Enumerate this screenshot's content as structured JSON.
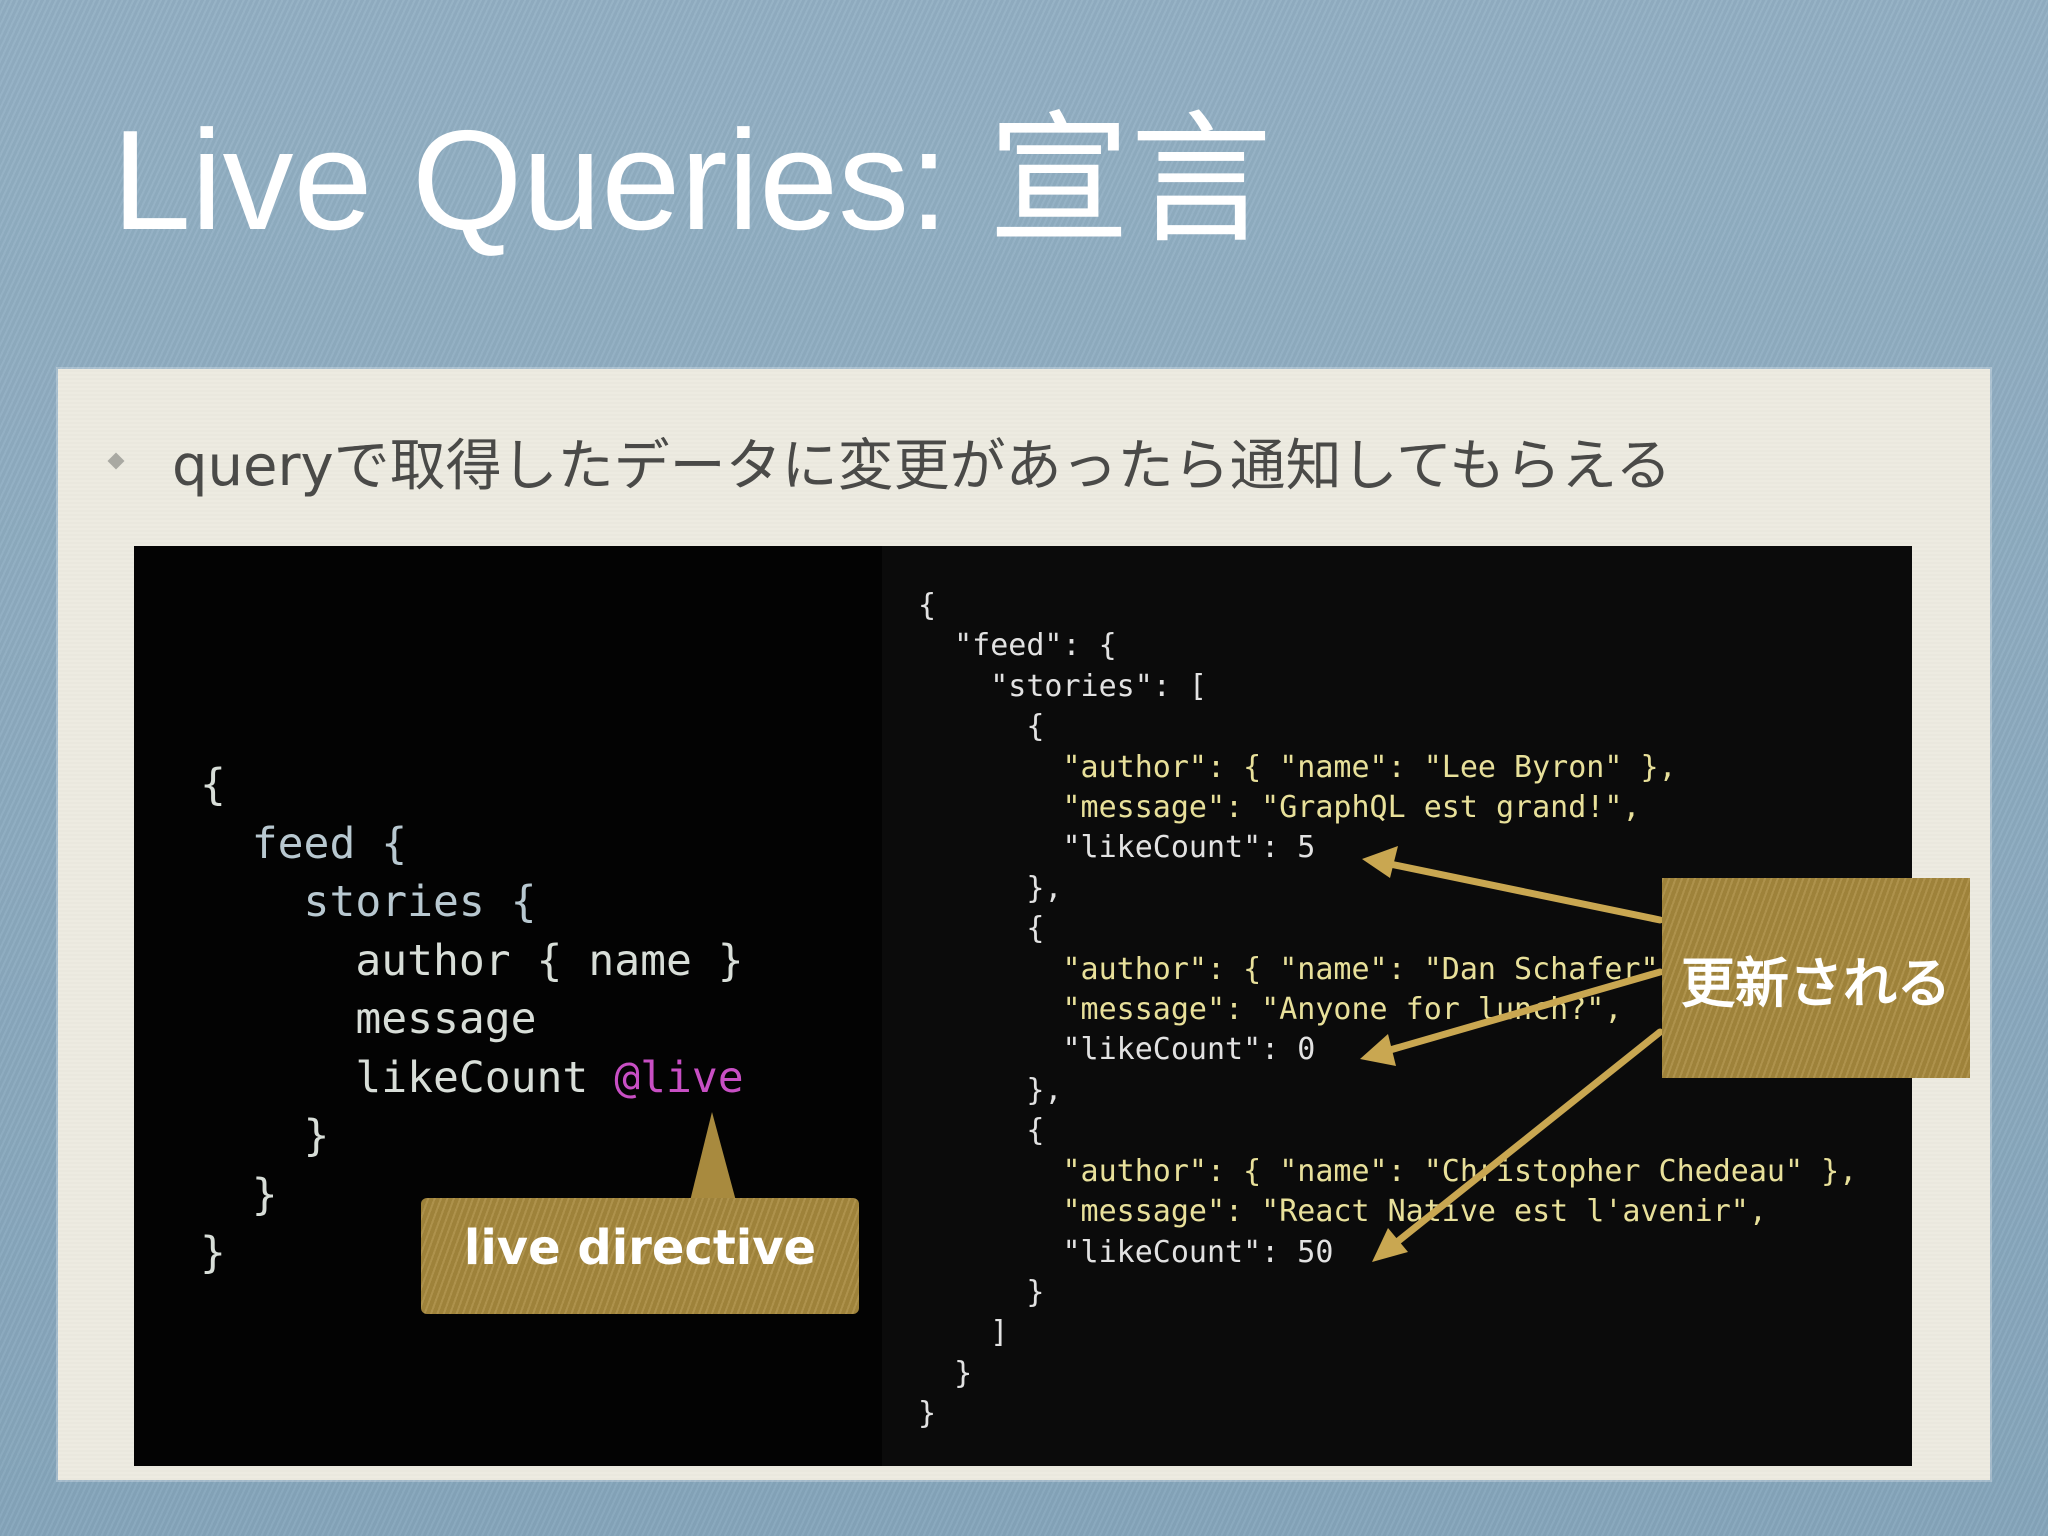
{
  "slide": {
    "title": "Live Queries:  宣言",
    "bullet": "queryで取得したデータに変更があったら通知してもらえる"
  },
  "code_left": {
    "lines": [
      "{",
      "  feed {",
      "    stories {",
      "      author { name }",
      "      message",
      "      likeCount ",
      "    }",
      "  }",
      "}"
    ],
    "directive": "@live"
  },
  "code_right": {
    "lines": [
      "{",
      "  \"feed\": {",
      "    \"stories\": [",
      "      {",
      "        \"author\": { \"name\": \"Lee Byron\" },",
      "        \"message\": \"GraphQL est grand!\",",
      "        \"likeCount\": 5",
      "      },",
      "      {",
      "        \"author\": { \"name\": \"Dan Schafer\" },",
      "        \"message\": \"Anyone for lunch?\",",
      "        \"likeCount\": 0",
      "      },",
      "      {",
      "        \"author\": { \"name\": \"Christopher Chedeau\" },",
      "        \"message\": \"React Native est l'avenir\",",
      "        \"likeCount\": 50",
      "      }",
      "    ]",
      "  }",
      "}"
    ]
  },
  "callouts": {
    "live": "live directive",
    "updated": "更新される"
  },
  "colors": {
    "background": "#8fadc2",
    "panel": "#edebe1",
    "callout": "#a88a3e",
    "directive": "#c84fc4"
  }
}
